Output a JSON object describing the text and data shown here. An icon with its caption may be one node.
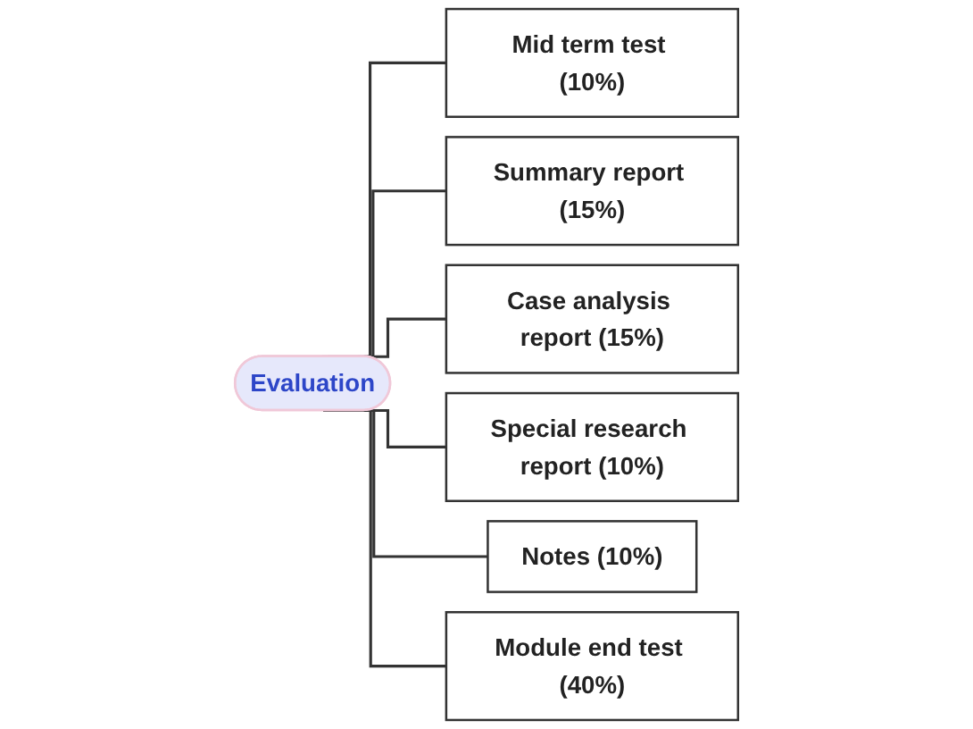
{
  "diagram": {
    "nodes": [
      {
        "text": [
          "Evaluation"
        ]
      },
      {
        "text": [
          "Mid term test (10%)"
        ]
      },
      {
        "text": [
          "Summary report (15%)"
        ]
      },
      {
        "text": [
          "Case analysis report (15%)"
        ]
      },
      {
        "text": [
          "Special research report (10%)"
        ]
      },
      {
        "text": [
          "Notes (10%)"
        ]
      },
      {
        "text": [
          "Module end test (40%)"
        ]
      }
    ],
    "edges": [
      {
        "from": 0,
        "to": 1,
        "arrow": "none"
      },
      {
        "from": 0,
        "to": 2,
        "arrow": "none"
      },
      {
        "from": 0,
        "to": 3,
        "arrow": "none"
      },
      {
        "from": 0,
        "to": 4,
        "arrow": "none"
      },
      {
        "from": 0,
        "to": 5,
        "arrow": "none"
      },
      {
        "from": 0,
        "to": 6,
        "arrow": "none"
      }
    ]
  }
}
